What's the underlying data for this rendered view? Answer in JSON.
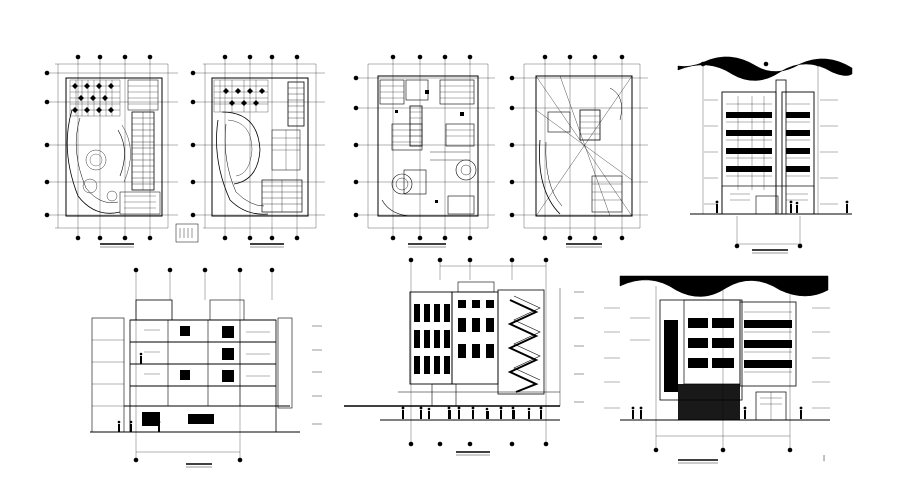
{
  "sheet": {
    "background": "#ffffff",
    "ink": "#000000",
    "page_marker": "|",
    "drawings": [
      {
        "id": "floor-plan-1",
        "kind": "floor-plan"
      },
      {
        "id": "floor-plan-2",
        "kind": "floor-plan"
      },
      {
        "id": "floor-plan-3",
        "kind": "floor-plan"
      },
      {
        "id": "floor-plan-4",
        "kind": "floor-plan"
      },
      {
        "id": "front-elevation",
        "kind": "elevation"
      },
      {
        "id": "section-a",
        "kind": "section"
      },
      {
        "id": "section-b",
        "kind": "section"
      },
      {
        "id": "rear-elevation",
        "kind": "elevation"
      }
    ]
  }
}
